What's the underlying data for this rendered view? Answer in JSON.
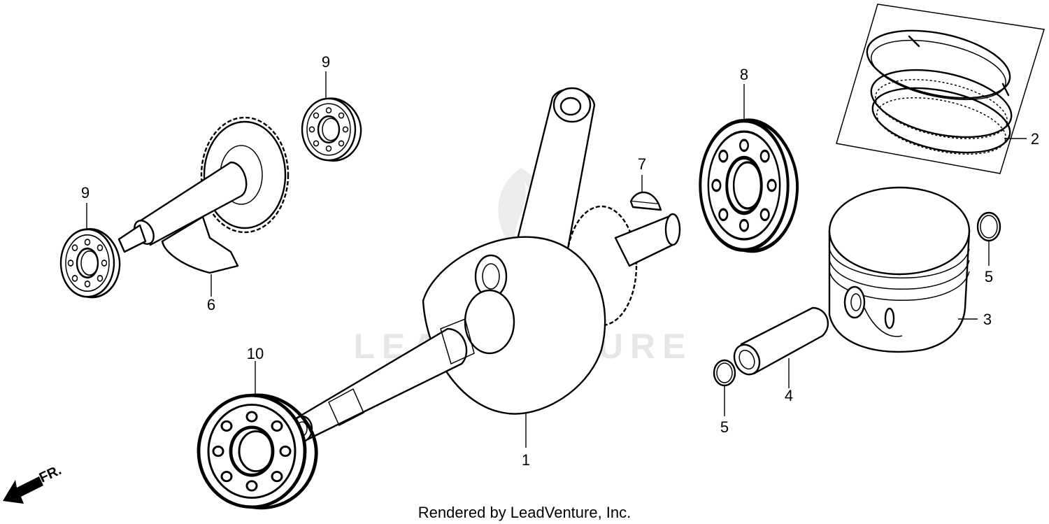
{
  "footer_text": "Rendered by LeadVenture, Inc.",
  "watermark_text": "LEADVENTURE",
  "direction_label": "FR.",
  "callouts": [
    {
      "id": "crankshaft",
      "label": "1"
    },
    {
      "id": "piston-ring-set",
      "label": "2"
    },
    {
      "id": "piston",
      "label": "3"
    },
    {
      "id": "piston-pin",
      "label": "4"
    },
    {
      "id": "pin-clip-right",
      "label": "5"
    },
    {
      "id": "pin-clip-left",
      "label": "5"
    },
    {
      "id": "balancer-shaft",
      "label": "6"
    },
    {
      "id": "woodruff-key",
      "label": "7"
    },
    {
      "id": "bearing-right",
      "label": "8"
    },
    {
      "id": "bearing-left-upper",
      "label": "9"
    },
    {
      "id": "bearing-left-lower",
      "label": "9"
    },
    {
      "id": "bearing-front",
      "label": "10"
    }
  ]
}
